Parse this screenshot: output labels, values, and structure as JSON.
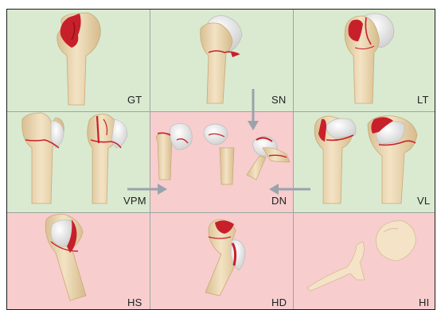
{
  "panels": [
    {
      "id": "gt",
      "label": "GT",
      "bg": "green"
    },
    {
      "id": "sn",
      "label": "SN",
      "bg": "green"
    },
    {
      "id": "lt",
      "label": "LT",
      "bg": "green"
    },
    {
      "id": "vpm",
      "label": "VPM",
      "bg": "green"
    },
    {
      "id": "dn",
      "label": "DN",
      "bg": "pink"
    },
    {
      "id": "vl",
      "label": "VL",
      "bg": "green"
    },
    {
      "id": "hs",
      "label": "HS",
      "bg": "pink"
    },
    {
      "id": "hd",
      "label": "HD",
      "bg": "pink"
    },
    {
      "id": "hi",
      "label": "HI",
      "bg": "pink"
    }
  ],
  "colors": {
    "green_panel": "#d9ead1",
    "pink_panel": "#f7cdce",
    "bone": "#efdcb8",
    "bone_shade": "#d8bd8e",
    "cartilage": "#ececec",
    "fracture_red": "#c8202a",
    "arrow": "#9aa3ad"
  }
}
